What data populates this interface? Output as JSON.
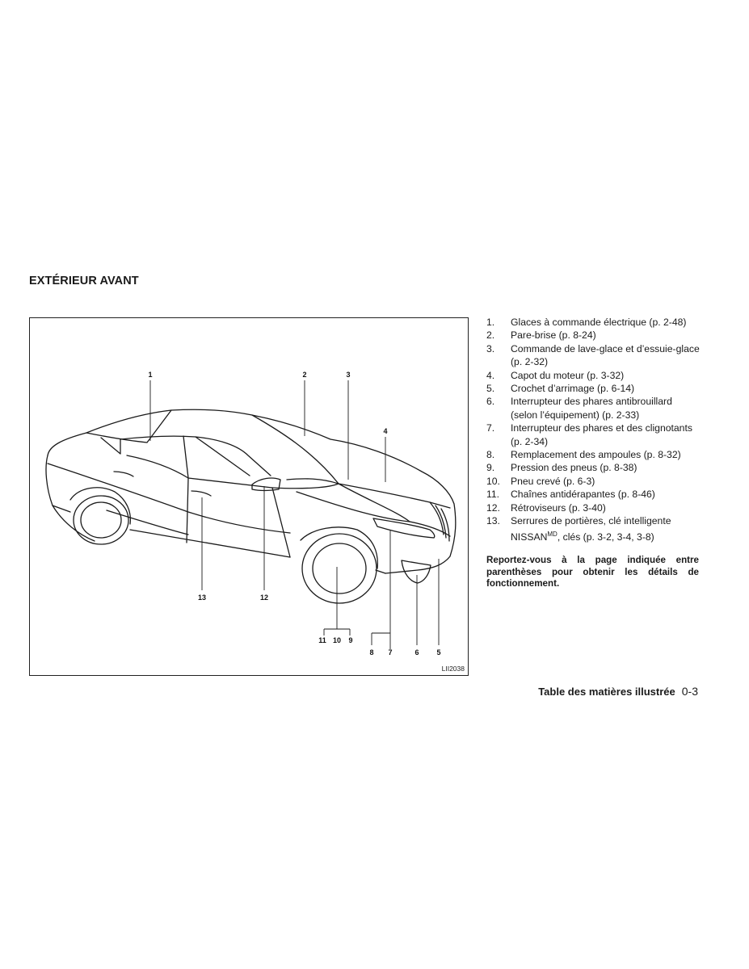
{
  "page": {
    "title": "EXTÉRIEUR AVANT",
    "footer_section": "Table des matières illustrée",
    "footer_page": "0-3"
  },
  "figure": {
    "id": "LII2038",
    "callouts": [
      "1",
      "2",
      "3",
      "4",
      "13",
      "12",
      "11",
      "10",
      "9",
      "8",
      "7",
      "6",
      "5"
    ]
  },
  "items": [
    {
      "num": "1.",
      "text": "Glaces à commande électrique (p. 2-48)"
    },
    {
      "num": "2.",
      "text": "Pare-brise (p. 8-24)"
    },
    {
      "num": "3.",
      "text": "Commande de lave-glace et d’essuie-glace (p. 2-32)"
    },
    {
      "num": "4.",
      "text": "Capot du moteur (p. 3-32)"
    },
    {
      "num": "5.",
      "text": "Crochet d’arrimage (p. 6-14)"
    },
    {
      "num": "6.",
      "text": "Interrupteur des phares antibrouillard (selon l’équipement) (p. 2-33)"
    },
    {
      "num": "7.",
      "text": "Interrupteur des phares et des clignotants (p. 2-34)"
    },
    {
      "num": "8.",
      "text": "Remplacement des ampoules (p. 8-32)"
    },
    {
      "num": "9.",
      "text": "Pression des pneus (p. 8-38)"
    },
    {
      "num": "10.",
      "text": "Pneu crevé (p. 6-3)"
    },
    {
      "num": "11.",
      "text": "Chaînes antidérapantes (p. 8-46)"
    },
    {
      "num": "12.",
      "text": "Rétroviseurs (p. 3-40)"
    },
    {
      "num": "13.",
      "text_before": "Serrures de portières, clé intelligente NISSAN",
      "sup": "MD",
      "text_after": ", clés (p. 3-2, 3-4, 3-8)"
    }
  ],
  "note": "Reportez-vous à la page indiquée entre parenthèses pour obtenir les détails de fonctionnement."
}
